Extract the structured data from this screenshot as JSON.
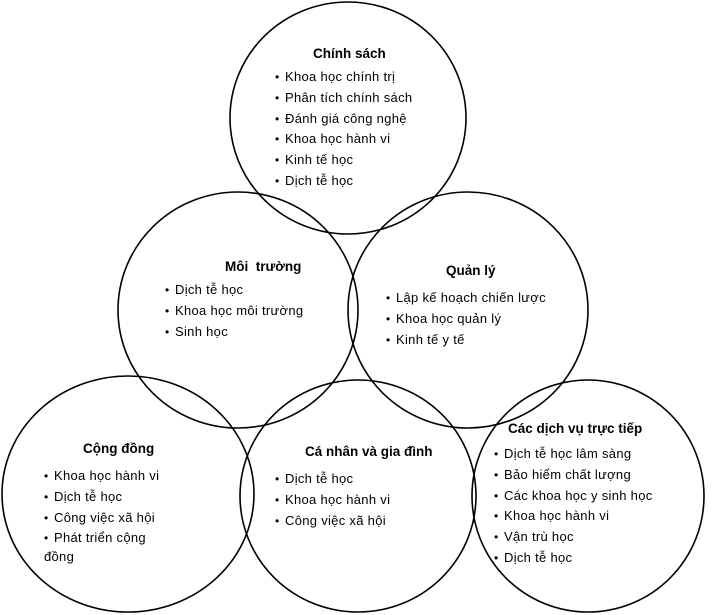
{
  "circles": {
    "chinh_sach": {
      "title": "Chính sách",
      "items": [
        "Khoa học chính trị",
        "Phân tích chính sách",
        "Đánh giá công nghệ",
        "Khoa học hành vi",
        "Kinh tế học",
        "Dịch tễ học"
      ]
    },
    "moi_truong": {
      "title": "Môi  trường",
      "items": [
        "Dịch tễ học",
        "Khoa học môi trường",
        "Sinh học"
      ]
    },
    "quan_ly": {
      "title": "Quản lý",
      "items": [
        "Lập kế hoạch chiến lược",
        "Khoa học quản lý",
        "Kinh tế y tế"
      ]
    },
    "cong_dong": {
      "title": "Cộng đồng",
      "items": [
        "Khoa học hành vi",
        "Dịch tễ học",
        "Công việc xã hội",
        "Phát triển cộng",
        "đồng"
      ]
    },
    "ca_nhan": {
      "title": "Cá nhân và gia đình",
      "items": [
        "Dịch tễ học",
        "Khoa học hành vi",
        "Công việc xã hội"
      ]
    },
    "dich_vu": {
      "title": "Các dịch vụ trực tiếp",
      "items": [
        "Dịch tễ học lâm sàng",
        "Bảo hiểm chất lượng",
        "Các khoa học y sinh học",
        "Khoa học hành vi",
        "Vận trù học",
        "Dịch tễ học"
      ]
    }
  }
}
